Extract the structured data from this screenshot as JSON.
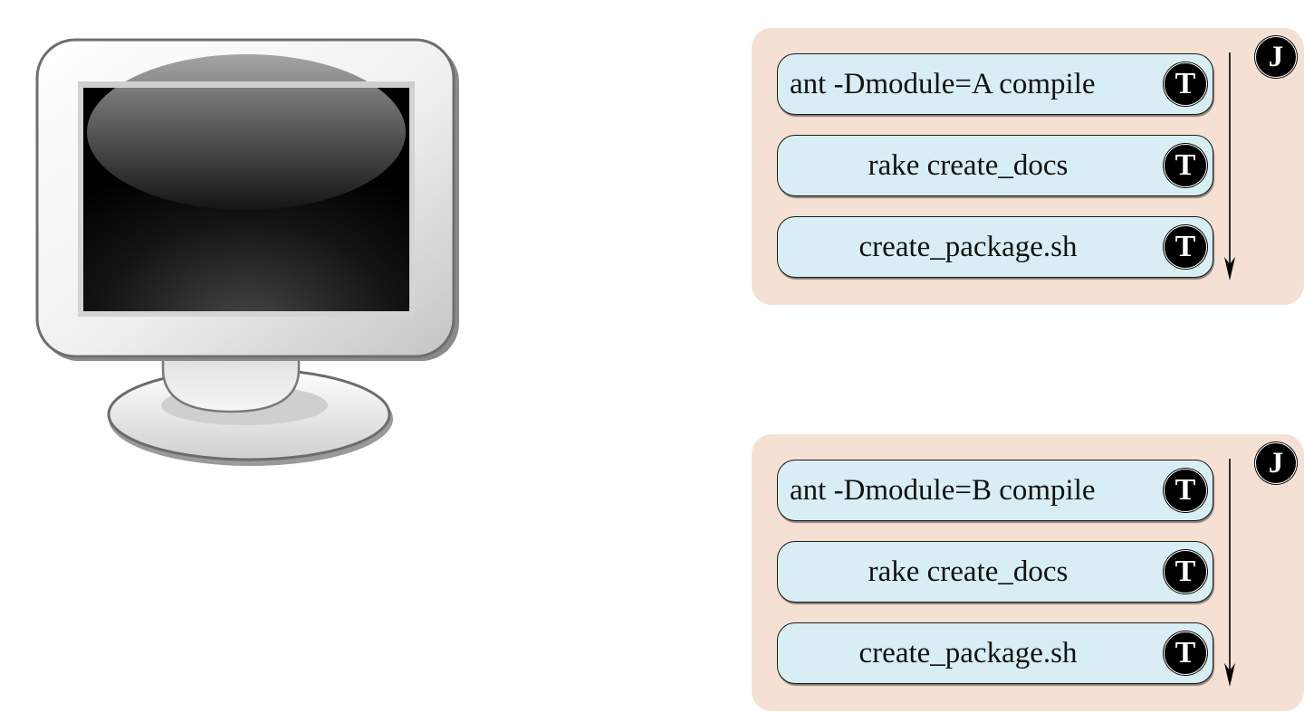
{
  "jobs": [
    {
      "badge": "J",
      "tasks": [
        {
          "label": "ant -Dmodule=A compile",
          "badge": "T"
        },
        {
          "label": "rake create_docs",
          "badge": "T"
        },
        {
          "label": "create_package.sh",
          "badge": "T"
        }
      ]
    },
    {
      "badge": "J",
      "tasks": [
        {
          "label": "ant -Dmodule=B compile",
          "badge": "T"
        },
        {
          "label": "rake create_docs",
          "badge": "T"
        },
        {
          "label": "create_package.sh",
          "badge": "T"
        }
      ]
    }
  ],
  "icons": {
    "monitor": "computer-monitor-icon",
    "task_badge": "task-badge-icon",
    "job_badge": "job-badge-icon",
    "sequence": "down-arrow-icon"
  },
  "colors": {
    "job_background": "#f5e1d4",
    "task_background": "#d8eef4",
    "badge": "#000000"
  }
}
